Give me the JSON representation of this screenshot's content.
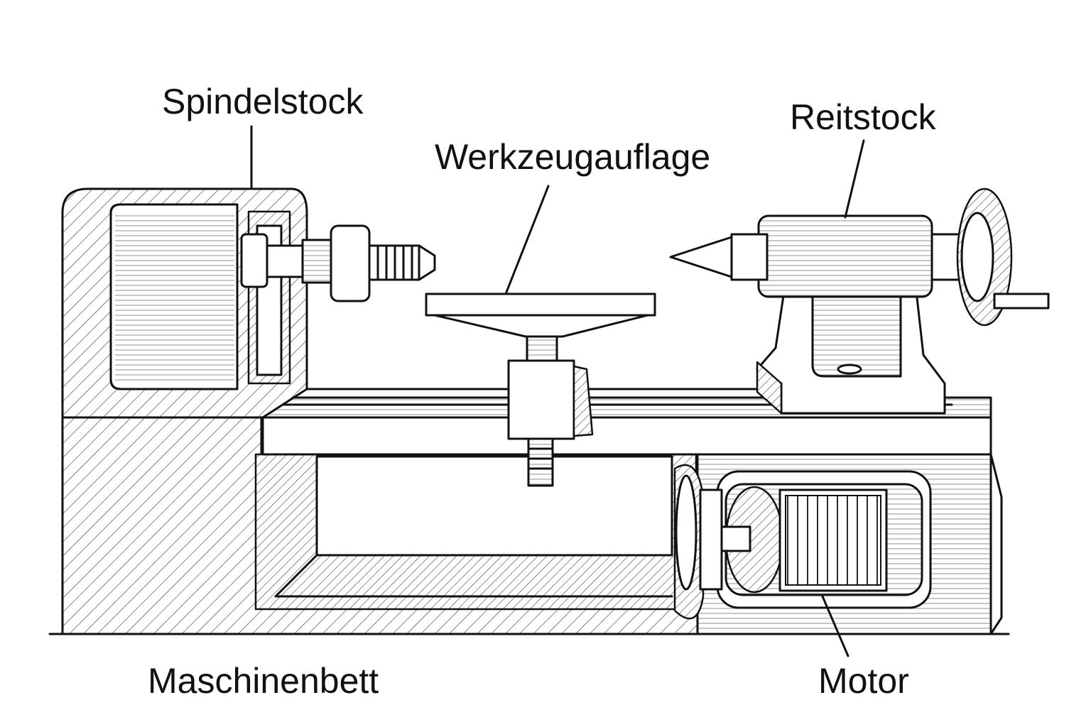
{
  "diagram": {
    "labels": {
      "headstock": "Spindelstock",
      "tailstock": "Reitstock",
      "tool_rest": "Werkzeugauflage",
      "machine_bed": "Maschinenbett",
      "motor": "Motor"
    },
    "colors": {
      "ink": "#111111",
      "paper": "#ffffff"
    }
  }
}
